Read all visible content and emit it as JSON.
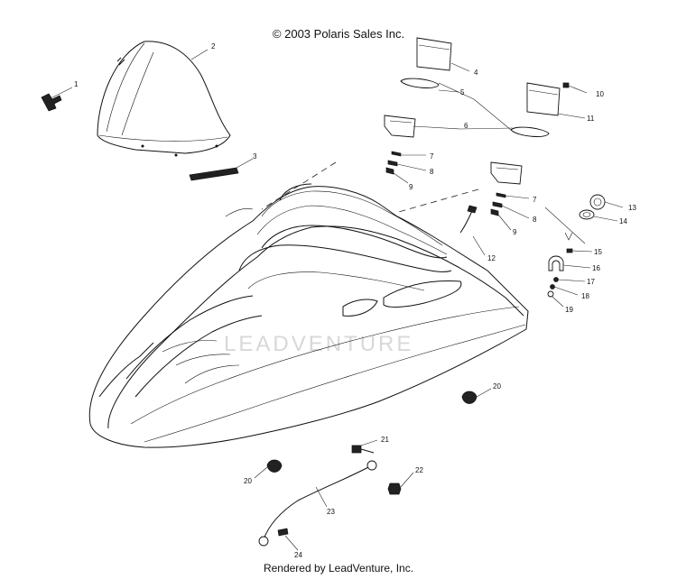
{
  "header": {
    "copyright": "© 2003 Polaris Sales Inc."
  },
  "footer": {
    "rendered_by": "Rendered by LeadVenture, Inc."
  },
  "watermark": {
    "text": "LEADVENTURE"
  },
  "callouts": {
    "p1": "1",
    "p2": "2",
    "p3": "3",
    "p4": "4",
    "p5": "5",
    "p6": "6",
    "p7a": "7",
    "p7b": "7",
    "p8a": "8",
    "p8b": "8",
    "p9a": "9",
    "p9b": "9",
    "p10": "10",
    "p11": "11",
    "p12": "12",
    "p13": "13",
    "p14": "14",
    "p15": "15",
    "p16": "16",
    "p17": "17",
    "p18": "18",
    "p19": "19",
    "p20a": "20",
    "p20b": "20",
    "p21": "21",
    "p22": "22",
    "p23": "23",
    "p24": "24"
  }
}
